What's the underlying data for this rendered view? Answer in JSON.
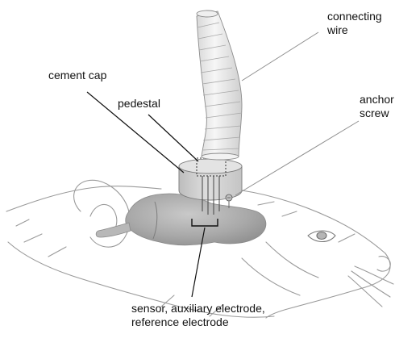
{
  "labels": {
    "connecting_wire": [
      "connecting",
      "wire"
    ],
    "cement_cap": "cement cap",
    "pedestal": "pedestal",
    "anchor_screw": [
      "anchor",
      "screw"
    ],
    "sensor": [
      "sensor, auxiliary electrode,",
      "reference electrode"
    ]
  }
}
